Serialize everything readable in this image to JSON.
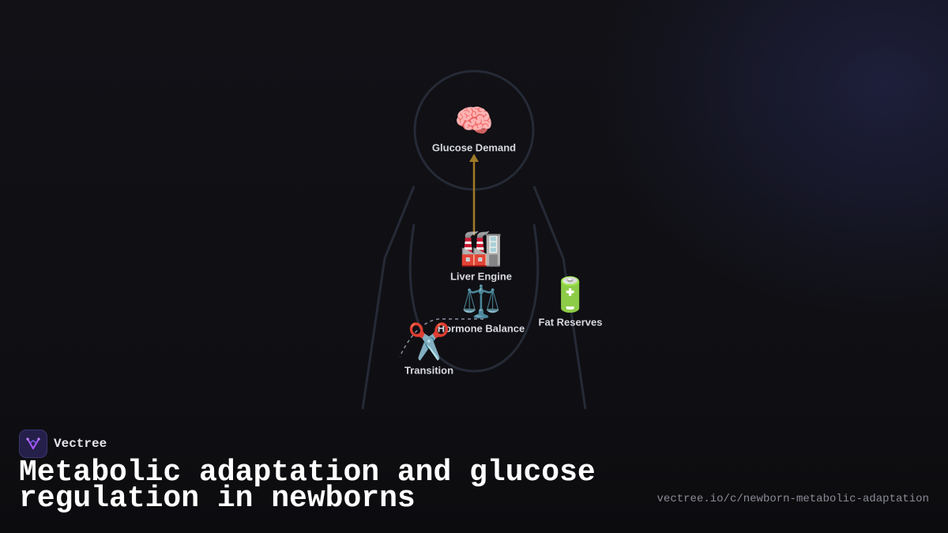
{
  "brand": {
    "name": "Vectree",
    "icon": "vectree-logo-icon",
    "accent": "#a855f7"
  },
  "title": "Metabolic adaptation and glucose regulation in newborns",
  "url": "vectree.io/c/newborn-metabolic-adaptation",
  "diagram": {
    "nodes": [
      {
        "id": "glucose-demand",
        "label": "Glucose Demand",
        "icon": "🧠",
        "icon_name": "brain-icon"
      },
      {
        "id": "liver-engine",
        "label": "Liver Engine",
        "icon": "🏭",
        "icon_name": "factory-icon"
      },
      {
        "id": "fat-reserves",
        "label": "Fat Reserves",
        "icon": "🔋",
        "icon_name": "battery-icon"
      },
      {
        "id": "hormone-balance",
        "label": "Hormone Balance",
        "icon": "⚖️",
        "icon_name": "scales-icon"
      },
      {
        "id": "transition",
        "label": "Transition",
        "icon": "✂️",
        "icon_name": "scissors-icon"
      }
    ],
    "edges": [
      {
        "from": "liver-engine",
        "to": "glucose-demand",
        "style": "solid",
        "color": "#a07a28"
      },
      {
        "from": "hormone-balance",
        "to": "transition",
        "style": "dashed",
        "color": "#8a8fa0"
      }
    ],
    "outline_color": "#252a36"
  }
}
